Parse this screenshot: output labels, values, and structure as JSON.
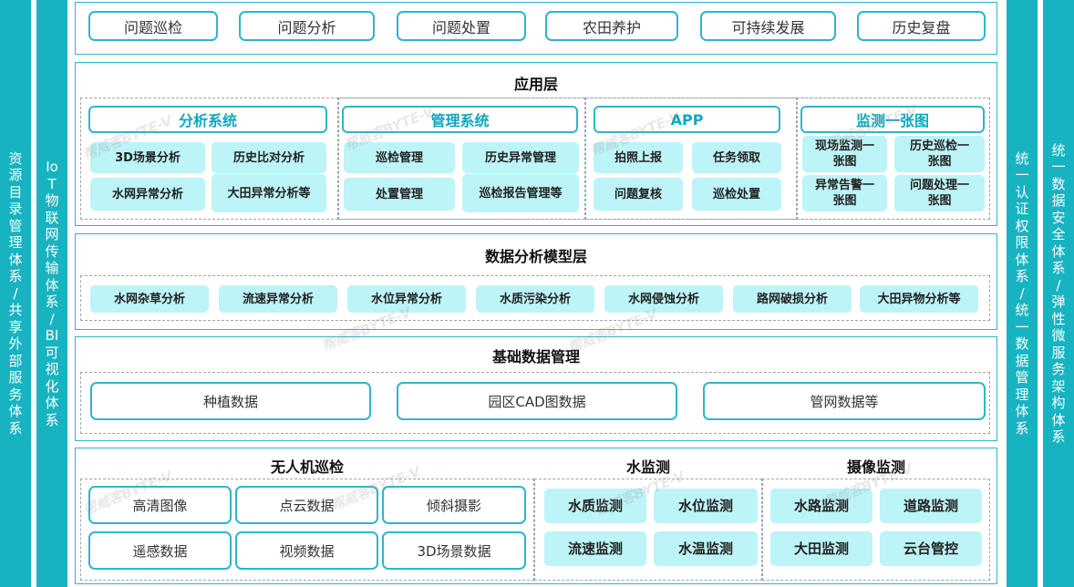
{
  "left_bars": [
    {
      "text": "资源目录管理体系/共享外部服务体系"
    },
    {
      "text": "IoT物联网传输体系/BI可视化体系"
    }
  ],
  "right_bars": [
    {
      "text": "统一认证权限体系/统一数据管理体系"
    },
    {
      "text": "统一数据安全体系/弹性微服务架构体系"
    }
  ],
  "top_nav": [
    "问题巡检",
    "问题分析",
    "问题处置",
    "农田养护",
    "可持续发展",
    "历史复盘"
  ],
  "app_layer": {
    "title": "应用层",
    "groups": [
      {
        "title": "分析系统",
        "items": [
          "3D场景分析",
          "历史比对分析",
          "水网异常分析",
          "大田异常分析等"
        ]
      },
      {
        "title": "管理系统",
        "items": [
          "巡检管理",
          "历史异常管理",
          "处置管理",
          "巡检报告管理等"
        ]
      },
      {
        "title": "APP",
        "items": [
          "拍照上报",
          "任务领取",
          "问题复核",
          "巡检处置"
        ]
      },
      {
        "title": "监测一张图",
        "items": [
          "现场监测一张图",
          "历史巡检一张图",
          "异常告警一张图",
          "问题处理一张图"
        ]
      }
    ]
  },
  "model_layer": {
    "title": "数据分析模型层",
    "items": [
      "水网杂草分析",
      "流速异常分析",
      "水位异常分析",
      "水质污染分析",
      "水网侵蚀分析",
      "路网破损分析",
      "大田异物分析等"
    ]
  },
  "base_layer": {
    "title": "基础数据管理",
    "items": [
      "种植数据",
      "园区CAD图数据",
      "管网数据等"
    ]
  },
  "collect_layer": {
    "groups": [
      {
        "title": "无人机巡检",
        "items": [
          "高清图像",
          "点云数据",
          "倾斜摄影",
          "遥感数据",
          "视频数据",
          "3D场景数据"
        ]
      },
      {
        "title": "水监测",
        "items": [
          "水质监测",
          "水位监测",
          "流速监测",
          "水温监测"
        ]
      },
      {
        "title": "摄像监测",
        "items": [
          "水路监测",
          "道路监测",
          "大田监测",
          "云台管控"
        ]
      }
    ]
  },
  "watermark": "帮威客BYTE-V",
  "colors": {
    "accent": "#17b3c1",
    "chip": "#bdf4f7",
    "border": "#2fb6c6",
    "head_text": "#0fa7bd"
  }
}
